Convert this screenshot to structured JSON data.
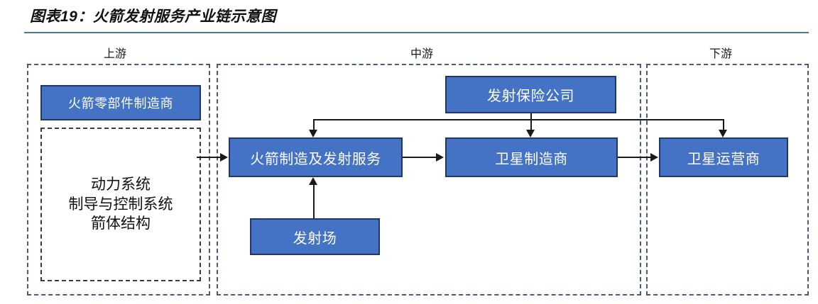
{
  "title": "图表19：火箭发射服务产业链示意图",
  "accent_rule_color": "#3f7f8f",
  "node_fill_color": "#4472C4",
  "node_border_color": "#1F3864",
  "region_border_color": "#4B5A77",
  "stages": [
    {
      "key": "upstream",
      "label": "上游"
    },
    {
      "key": "midstream",
      "label": "中游"
    },
    {
      "key": "downstream",
      "label": "下游"
    }
  ],
  "nodes": {
    "rocket_parts": "火箭零部件制造商",
    "launch_insurance": "发射保险公司",
    "rocket_mfg_launch": "火箭制造及发射服务",
    "satellite_mfg": "卫星制造商",
    "satellite_operator": "卫星运营商",
    "launch_site": "发射场"
  },
  "component_list": {
    "lines": [
      "动力系统",
      "制导与控制系统",
      "箭体结构"
    ]
  }
}
